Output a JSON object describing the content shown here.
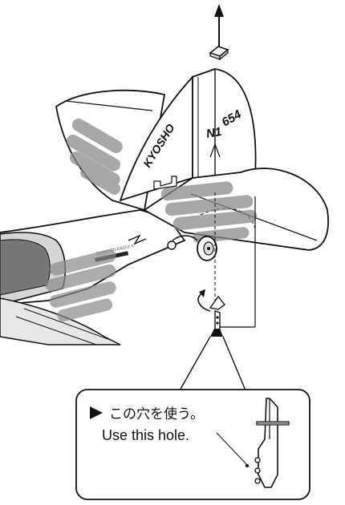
{
  "callout": {
    "arrow_icon": "right-triangle-icon",
    "jp_text": "この穴を使う。",
    "en_text": "Use this hole."
  },
  "aircraft": {
    "tail_brand": "KYOSHO",
    "registration_left": "N1",
    "registration_right": "654",
    "fuselage_small_print": "CHRISTEN EAGLE II"
  },
  "colors": {
    "ink": "#111111",
    "hand_shadow": "#8a8a8a",
    "fuselage_gray": "#cfcfcf"
  }
}
